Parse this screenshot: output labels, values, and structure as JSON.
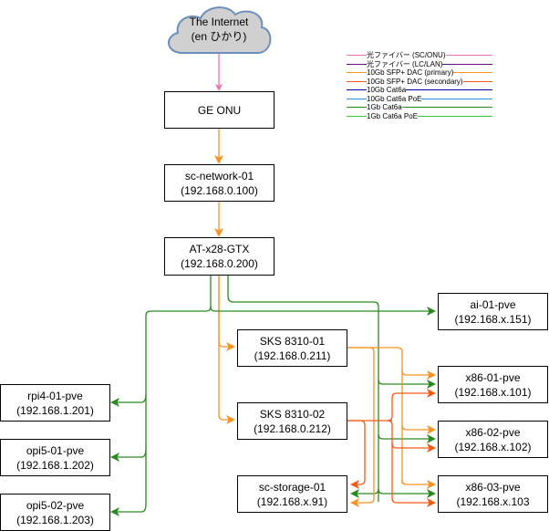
{
  "cloud": {
    "line1": "The Internet",
    "line2": "(en ひかり)"
  },
  "nodes": {
    "ge_onu": {
      "name": "GE ONU"
    },
    "sc_network": {
      "name": "sc-network-01",
      "ip": "(192.168.0.100)"
    },
    "at_x28": {
      "name": "AT-x28-GTX",
      "ip": "(192.168.0.200)"
    },
    "ai01": {
      "name": "ai-01-pve",
      "ip": "(192.168.x.151)"
    },
    "sks01": {
      "name": "SKS 8310-01",
      "ip": "(192.168.0.211)"
    },
    "sks02": {
      "name": "SKS 8310-02",
      "ip": "(192.168.0.212)"
    },
    "x86_01": {
      "name": "x86-01-pve",
      "ip": "(192.168.x.101)"
    },
    "x86_02": {
      "name": "x86-02-pve",
      "ip": "(192.168.x.102)"
    },
    "x86_03": {
      "name": "x86-03-pve",
      "ip": "(192.168.x.103"
    },
    "storage": {
      "name": "sc-storage-01",
      "ip": "(192.168.x.91)"
    },
    "rpi4": {
      "name": "rpi4-01-pve",
      "ip": "(192.168.1.201)"
    },
    "opi501": {
      "name": "opi5-01-pve",
      "ip": "(192.168.1.202)"
    },
    "opi502": {
      "name": "opi5-02-pve",
      "ip": "(192.168.1.203)"
    }
  },
  "legend": [
    {
      "label": "光ファイバー (SC/ONU)",
      "color": "#f06eb4"
    },
    {
      "label": "光ファイバー (LC/LAN)",
      "color": "#6a0a80"
    },
    {
      "label": "10Gb SFP+ DAC (primary)",
      "color": "#f7931e"
    },
    {
      "label": "10Gb SFP+ DAC (secondary)",
      "color": "#f55a14"
    },
    {
      "label": "10Gb Cat6a",
      "color": "#0000a0"
    },
    {
      "label": "10Gb Cat6a PoE",
      "color": "#2a8fe6"
    },
    {
      "label": "1Gb Cat6a",
      "color": "#2a8a22"
    },
    {
      "label": "1Gb Cat6a PoE",
      "color": "#3dc43d"
    }
  ],
  "colors": {
    "fiber_sc": "#f06eb4",
    "dac_primary": "#f7931e",
    "dac_secondary": "#f55a14",
    "cat6a_1g": "#2a8a22",
    "cloud_fill": "#d0d0d0",
    "cloud_stroke": "#6c8ebf"
  }
}
